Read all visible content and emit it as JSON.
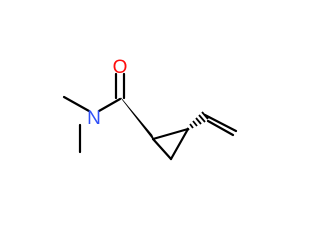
{
  "structure": {
    "atoms": [
      {
        "id": "oxygen",
        "symbol": "O",
        "color": "#ff0d0d"
      },
      {
        "id": "nitrogen",
        "symbol": "N",
        "color": "#3050f8"
      }
    ],
    "bond_color": "#000000",
    "bonds": [
      {
        "id": "n-methyl-upper",
        "style": "single"
      },
      {
        "id": "n-methyl-lower",
        "style": "single"
      },
      {
        "id": "n-carbonyl-carbon",
        "style": "single"
      },
      {
        "id": "carbonyl-c-o",
        "style": "double"
      },
      {
        "id": "carbonyl-c-ring-c1",
        "style": "wedge"
      },
      {
        "id": "ring-c1-c2",
        "style": "single"
      },
      {
        "id": "ring-c1-c3",
        "style": "single"
      },
      {
        "id": "ring-c2-c3",
        "style": "single"
      },
      {
        "id": "ring-c2-vinyl-c",
        "style": "hash"
      },
      {
        "id": "vinyl-c-c",
        "style": "double"
      }
    ]
  }
}
